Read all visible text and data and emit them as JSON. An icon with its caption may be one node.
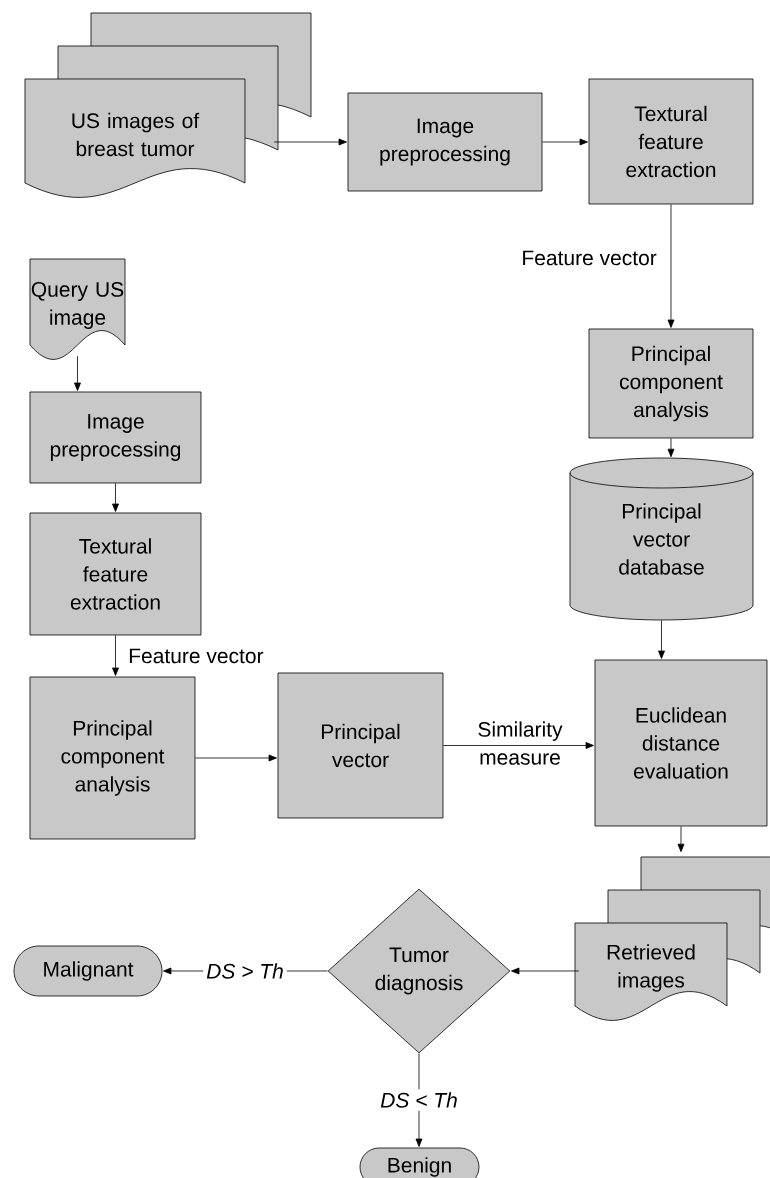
{
  "diagram": {
    "nodes": [
      {
        "text": [
          "US images of breast tumor"
        ]
      },
      {
        "text": [
          "Image preprocessing"
        ]
      },
      {
        "text": [
          "Textural feature extraction"
        ]
      },
      {
        "text": [
          "Principal component analysis"
        ]
      },
      {
        "text": [
          "Principal vector database"
        ]
      },
      {
        "text": [
          "Query US image"
        ]
      },
      {
        "text": [
          "Image preprocessing"
        ]
      },
      {
        "text": [
          "Textural feature extraction"
        ]
      },
      {
        "text": [
          "Principal component analysis"
        ]
      },
      {
        "text": [
          "Principal vector"
        ]
      },
      {
        "text": [
          "Euclidean distance evaluation"
        ]
      },
      {
        "text": [
          "Retrieved images"
        ]
      },
      {
        "text": [
          "Tumor diagnosis"
        ]
      },
      {
        "text": [
          "Malignant"
        ]
      },
      {
        "text": [
          "Benign"
        ]
      }
    ],
    "edges": [
      {
        "from": 0,
        "to": 1,
        "arrow": "to"
      },
      {
        "from": 1,
        "to": 2,
        "arrow": "to"
      },
      {
        "from": 2,
        "to": 3,
        "arrow": "to",
        "label": "Feature vector"
      },
      {
        "from": 3,
        "to": 4,
        "arrow": "to"
      },
      {
        "from": 4,
        "to": 10,
        "arrow": "to"
      },
      {
        "from": 5,
        "to": 6,
        "arrow": "to"
      },
      {
        "from": 6,
        "to": 7,
        "arrow": "to"
      },
      {
        "from": 7,
        "to": 8,
        "arrow": "to",
        "label": "Feature vector"
      },
      {
        "from": 8,
        "to": 9,
        "arrow": "to"
      },
      {
        "from": 9,
        "to": 10,
        "arrow": "to",
        "label": "Similarity measure"
      },
      {
        "from": 10,
        "to": 11,
        "arrow": "to"
      },
      {
        "from": 11,
        "to": 12,
        "arrow": "to"
      },
      {
        "from": 12,
        "to": 13,
        "arrow": "to",
        "label": "DS > Th"
      },
      {
        "from": 12,
        "to": 14,
        "arrow": "to",
        "label": "DS < Th"
      }
    ]
  }
}
